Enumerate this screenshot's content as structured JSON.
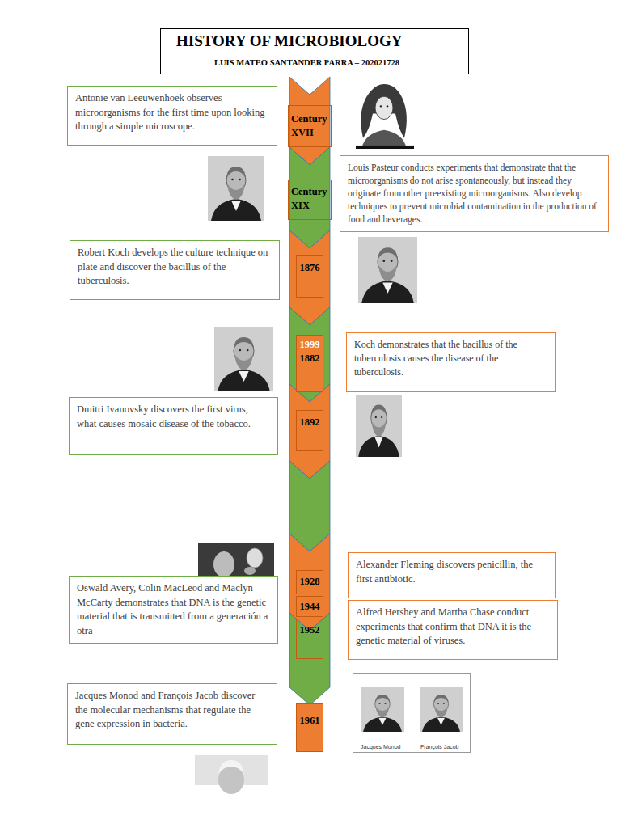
{
  "diagram": {
    "title": "HISTORY OF MICROBIOLOGY",
    "nodes": [
      {
        "text": [
          "Antonie van Leeuwenhoek observes microorganisms for the first time upon looking through a simple microscope."
        ]
      },
      {
        "text": [
          "Century XVII"
        ]
      },
      {
        "text": [
          "Louis Pasteur conducts experiments that demonstrate that the microorganisms do not arise spontaneously, but instead they originate from other preexisting microorganisms. Also develop techniques to prevent microbial contamination in the production of food and beverages."
        ]
      },
      {
        "text": [
          "Century XIX"
        ]
      },
      {
        "text": [
          "Robert Koch develops the culture technique on plate and discover the bacillus of the tuberculosis."
        ]
      },
      {
        "text": [
          "1876"
        ]
      },
      {
        "text": [
          "1999",
          "1882"
        ]
      },
      {
        "text": [
          "Koch demonstrates that the bacillus of the tuberculosis causes the disease of the tuberculosis."
        ]
      },
      {
        "text": [
          "Dmitri Ivanovsky discovers the first virus, what causes mosaic disease of the tobacco."
        ]
      },
      {
        "text": [
          "1892"
        ]
      },
      {
        "text": [
          "Alexander Fleming discovers penicillin, the first antibiotic."
        ]
      },
      {
        "text": [
          "Oswald Avery, Colin MacLeod and Maclyn McCarty demonstrates that DNA is the genetic material that is transmitted from a generación a otra"
        ]
      },
      {
        "text": [
          "1928"
        ]
      },
      {
        "text": [
          "1944"
        ]
      },
      {
        "text": [
          "1952"
        ]
      },
      {
        "text": [
          "Alfred Hershey and Martha Chase conduct experiments that confirm that DNA it is the genetic material of viruses."
        ]
      },
      {
        "text": [
          "Jacques Monod and François Jacob discover the molecular mechanisms that regulate the gene expression in bacteria."
        ]
      },
      {
        "text": [
          "1961"
        ]
      }
    ],
    "labels": [
      "LUIS MATEO SANTANDER PARRA – 202021728",
      "Jacques Monod",
      "François Jacob"
    ]
  }
}
